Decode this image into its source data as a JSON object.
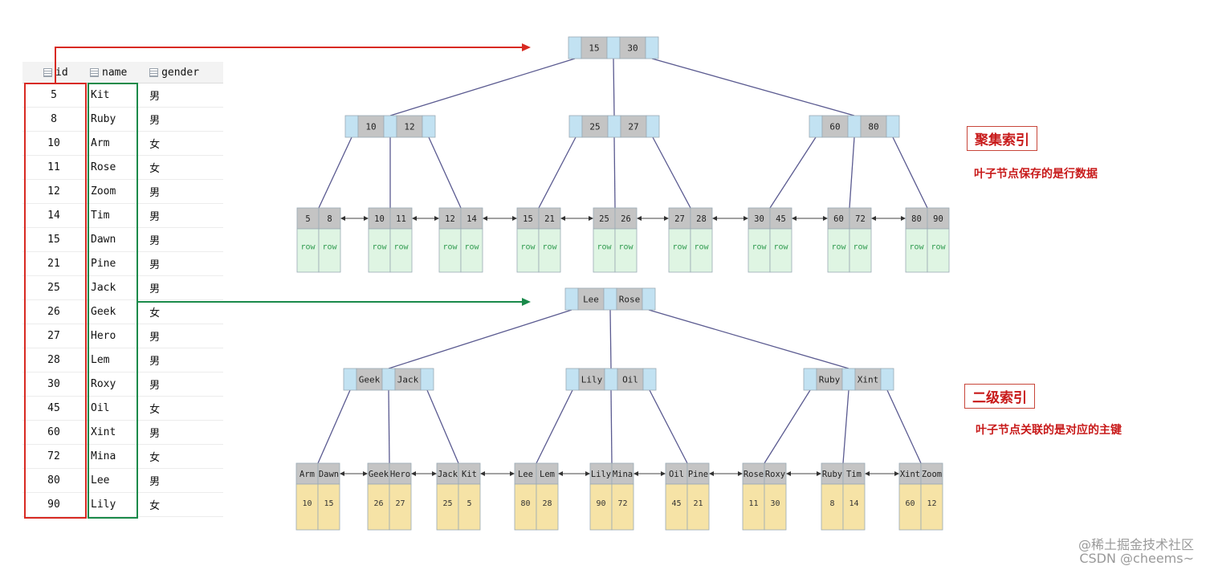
{
  "table": {
    "headers": [
      {
        "icon": "key-column-icon",
        "label": "id"
      },
      {
        "icon": "column-icon",
        "label": "name"
      },
      {
        "icon": "column-icon",
        "label": "gender"
      }
    ],
    "rows": [
      [
        "5",
        "Kit",
        "男"
      ],
      [
        "8",
        "Ruby",
        "男"
      ],
      [
        "10",
        "Arm",
        "女"
      ],
      [
        "11",
        "Rose",
        "女"
      ],
      [
        "12",
        "Zoom",
        "男"
      ],
      [
        "14",
        "Tim",
        "男"
      ],
      [
        "15",
        "Dawn",
        "男"
      ],
      [
        "21",
        "Pine",
        "男"
      ],
      [
        "25",
        "Jack",
        "男"
      ],
      [
        "26",
        "Geek",
        "女"
      ],
      [
        "27",
        "Hero",
        "男"
      ],
      [
        "28",
        "Lem",
        "男"
      ],
      [
        "30",
        "Roxy",
        "男"
      ],
      [
        "45",
        "Oil",
        "女"
      ],
      [
        "60",
        "Xint",
        "男"
      ],
      [
        "72",
        "Mina",
        "女"
      ],
      [
        "80",
        "Lee",
        "男"
      ],
      [
        "90",
        "Lily",
        "女"
      ]
    ]
  },
  "clustered_index": {
    "title": "聚集索引",
    "description": "叶子节点保存的是行数据",
    "root": [
      "15",
      "30"
    ],
    "internal": [
      [
        "10",
        "12"
      ],
      [
        "25",
        "27"
      ],
      [
        "60",
        "80"
      ]
    ],
    "leaves": [
      {
        "keys": [
          "5",
          "8"
        ],
        "values": [
          "row",
          "row"
        ]
      },
      {
        "keys": [
          "10",
          "11"
        ],
        "values": [
          "row",
          "row"
        ]
      },
      {
        "keys": [
          "12",
          "14"
        ],
        "values": [
          "row",
          "row"
        ]
      },
      {
        "keys": [
          "15",
          "21"
        ],
        "values": [
          "row",
          "row"
        ]
      },
      {
        "keys": [
          "25",
          "26"
        ],
        "values": [
          "row",
          "row"
        ]
      },
      {
        "keys": [
          "27",
          "28"
        ],
        "values": [
          "row",
          "row"
        ]
      },
      {
        "keys": [
          "30",
          "45"
        ],
        "values": [
          "row",
          "row"
        ]
      },
      {
        "keys": [
          "60",
          "72"
        ],
        "values": [
          "row",
          "row"
        ]
      },
      {
        "keys": [
          "80",
          "90"
        ],
        "values": [
          "row",
          "row"
        ]
      }
    ]
  },
  "secondary_index": {
    "title": "二级索引",
    "description": "叶子节点关联的是对应的主键",
    "root": [
      "Lee",
      "Rose"
    ],
    "internal": [
      [
        "Geek",
        "Jack"
      ],
      [
        "Lily",
        "Oil"
      ],
      [
        "Ruby",
        "Xint"
      ]
    ],
    "leaves": [
      {
        "keys": [
          "Arm",
          "Dawn"
        ],
        "values": [
          "10",
          "15"
        ]
      },
      {
        "keys": [
          "Geek",
          "Hero"
        ],
        "values": [
          "26",
          "27"
        ]
      },
      {
        "keys": [
          "Jack",
          "Kit"
        ],
        "values": [
          "25",
          "5"
        ]
      },
      {
        "keys": [
          "Lee",
          "Lem"
        ],
        "values": [
          "80",
          "28"
        ]
      },
      {
        "keys": [
          "Lily",
          "Mina"
        ],
        "values": [
          "90",
          "72"
        ]
      },
      {
        "keys": [
          "Oil",
          "Pine"
        ],
        "values": [
          "45",
          "21"
        ]
      },
      {
        "keys": [
          "Rose",
          "Roxy"
        ],
        "values": [
          "11",
          "30"
        ]
      },
      {
        "keys": [
          "Ruby",
          "Tim"
        ],
        "values": [
          "8",
          "14"
        ]
      },
      {
        "keys": [
          "Xint",
          "Zoom"
        ],
        "values": [
          "60",
          "12"
        ]
      }
    ]
  },
  "watermark": {
    "line1": "@稀土掘金技术社区",
    "line2": "CSDN @cheems~"
  },
  "colors": {
    "id_highlight": "#d82a22",
    "name_highlight": "#1a8a4a",
    "node_key": "#c4c4c4",
    "node_pointer": "#c2e2f2",
    "row_cell": "#dff5e3",
    "row_text": "#2e9a4e",
    "pk_cell": "#f6e3a6",
    "edge": "#5a5a90"
  }
}
